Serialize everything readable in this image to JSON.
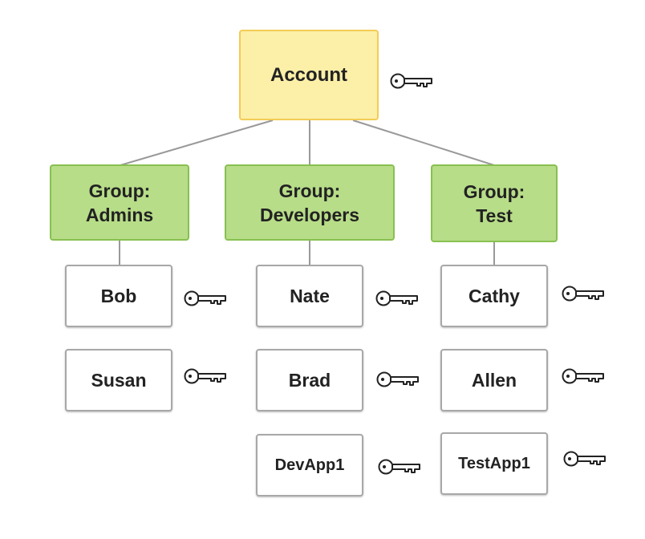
{
  "account": {
    "label": "Account"
  },
  "groups": [
    {
      "label_line1": "Group:",
      "label_line2": "Admins"
    },
    {
      "label_line1": "Group:",
      "label_line2": "Developers"
    },
    {
      "label_line1": "Group:",
      "label_line2": "Test"
    }
  ],
  "users": {
    "admins": [
      "Bob",
      "Susan"
    ],
    "developers": [
      "Nate",
      "Brad",
      "DevApp1"
    ],
    "test": [
      "Cathy",
      "Allen",
      "TestApp1"
    ]
  },
  "colors": {
    "account_fill": "#fcefa8",
    "account_border": "#f2cc55",
    "group_fill": "#b7dd88",
    "group_border": "#88c050",
    "user_border": "#a8a8a8",
    "connector": "#999999"
  },
  "icons": {
    "credential": "key-icon"
  }
}
